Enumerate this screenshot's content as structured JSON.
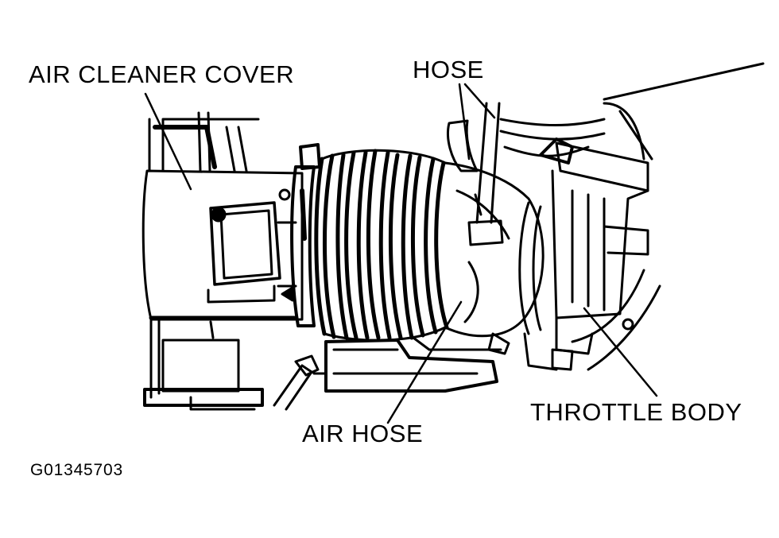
{
  "labels": {
    "air_cleaner_cover": "AIR CLEANER COVER",
    "hose": "HOSE",
    "air_hose": "AIR HOSE",
    "throttle_body": "THROTTLE BODY",
    "figure_id": "G01345703"
  },
  "colors": {
    "ink": "#000000",
    "paper": "#ffffff"
  }
}
